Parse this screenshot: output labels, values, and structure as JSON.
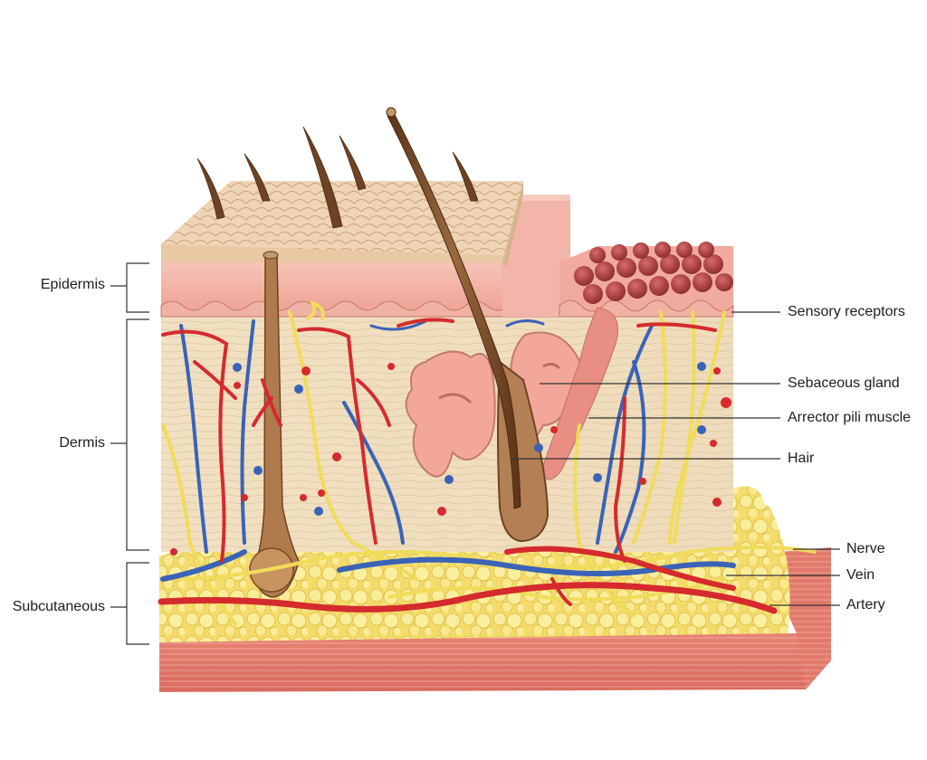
{
  "labels": {
    "left": {
      "epidermis": "Epidermis",
      "dermis": "Dermis",
      "subcutaneous": "Subcutaneous"
    },
    "right": {
      "sensory_receptors": "Sensory receptors",
      "sebaceous_gland": "Sebaceous gland",
      "arrector_pili_muscle": "Arrector pili muscle",
      "hair": "Hair",
      "nerve": "Nerve",
      "vein": "Vein",
      "artery": "Artery"
    }
  },
  "colors": {
    "background": "#ffffff",
    "epidermis_pink": "#f2b3a8",
    "dermis_cream": "#f3e4c9",
    "fat_yellow": "#f6e37a",
    "muscle_red": "#e9857b",
    "artery_red": "#d8262c",
    "vein_blue": "#3a63b8",
    "nerve_yellow": "#f2df5c",
    "hair_brown": "#7a4a28",
    "leader_line": "#333333"
  }
}
